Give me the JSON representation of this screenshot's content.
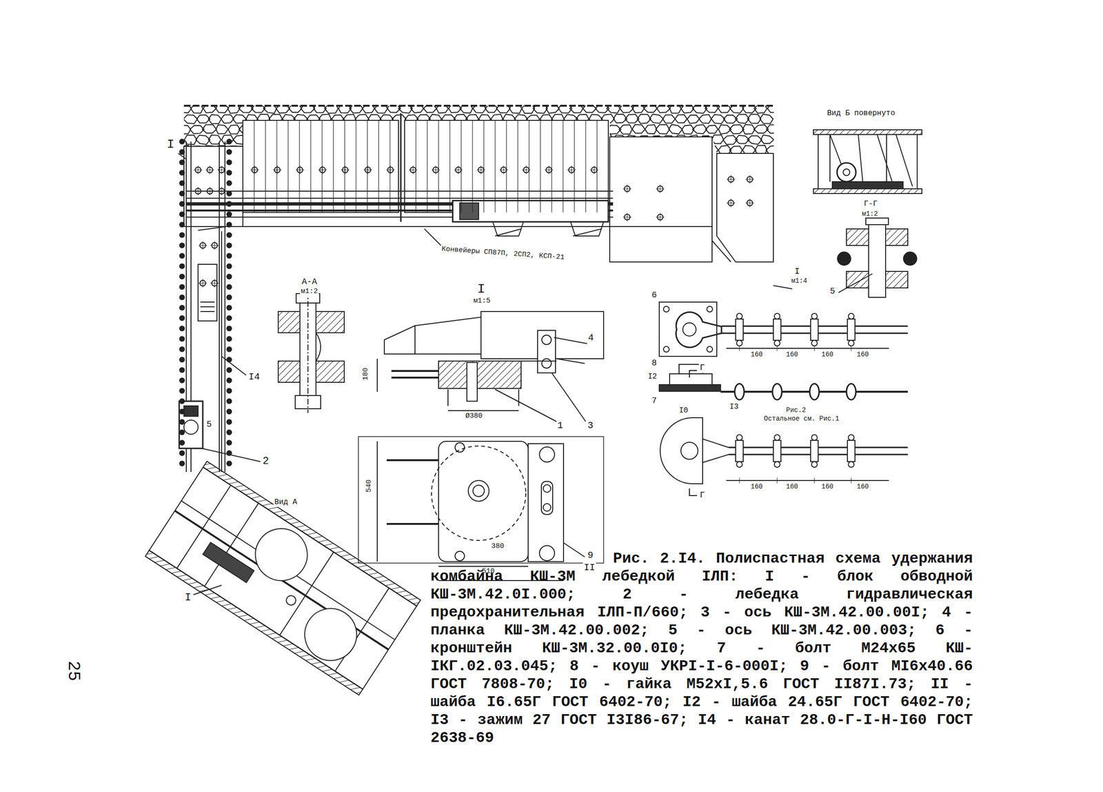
{
  "diagram": {
    "caption": "Рис. 2.I4. Полиспастная схема удержания комбайна КШ-3М лебедкой IЛП: I - блок обводной КШ-3М.42.0I.000; 2 - лебедка гидравлическая предохранительная IЛП-П/660; 3 - ось КШ-3М.42.00.00I; 4 - планка КШ-3М.42.00.002; 5 - ось КШ-3М.42.00.003; 6 - кронштейн КШ-3М.32.00.0I0; 7 - болт М24х65 КШ-IКГ.02.03.045; 8 - коуш УКРI-I-6-000I; 9 - болт МI6х40.66 ГОСТ 7808-70; I0 - гайка М52хI,5.6 ГОСТ II87I.73; II - шайба I6.65Г ГОСТ 6402-70; I2 - шайба 24.65Г ГОСТ 6402-70; I3 - зажим 27 ГОСТ I3I86-67; I4 - канат 28.0-Г-I-Н-I60 ГОСТ 2638-69",
    "labels": [
      "I",
      "I4",
      "5",
      "2",
      "Конвейеры СП87П, 2СП2, КСП-21",
      "А-А",
      "м1:2",
      "I",
      "м1:5",
      "4",
      "180",
      "Ø380",
      "1",
      "3",
      "540",
      "380",
      "510",
      "9",
      "II",
      "Вид Б повернуто",
      "Г-Г",
      "м1:2",
      "5",
      "I",
      "м1:4",
      "6",
      "8",
      "160",
      "160",
      "160",
      "160",
      "I2",
      "7",
      "I0",
      "I3",
      "Г",
      "Рис.2",
      "Остальное см. Рис.1",
      "Г",
      "160",
      "160",
      "160",
      "160",
      "Вид А",
      "I",
      "25"
    ]
  }
}
